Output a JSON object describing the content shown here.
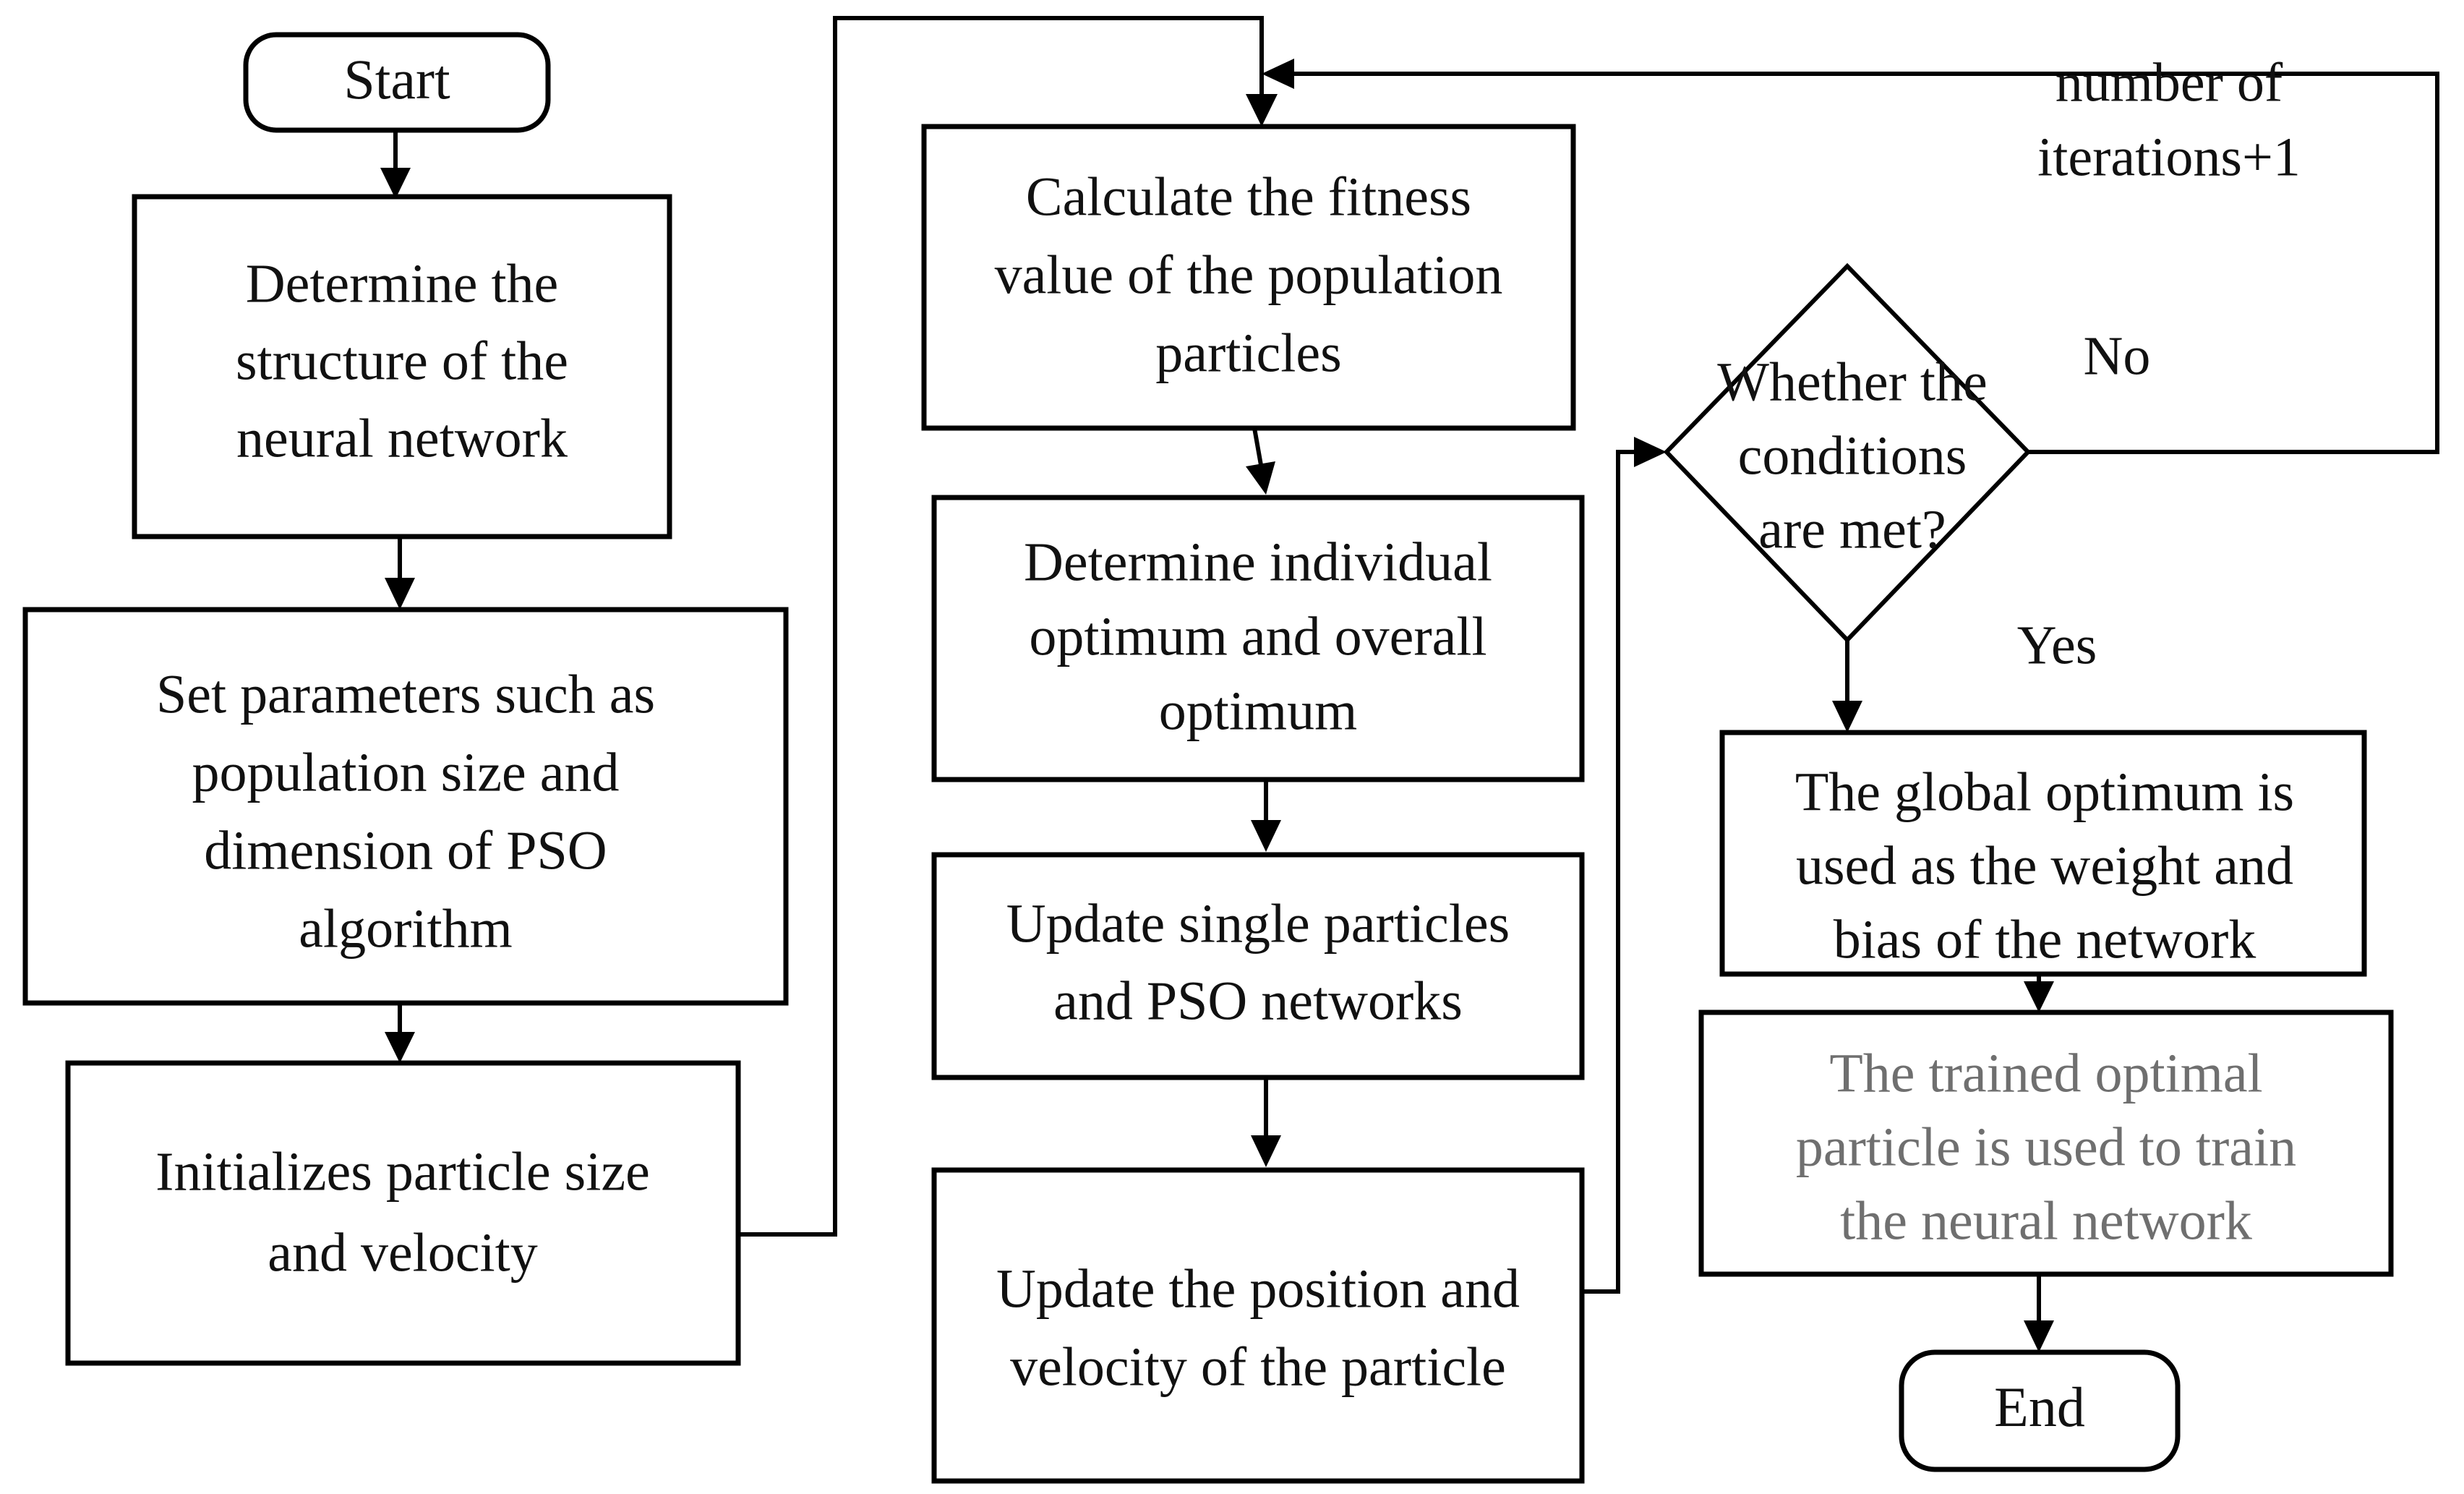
{
  "diagram": {
    "title": "PSO neural network training flowchart",
    "type": "flowchart",
    "colors": {
      "background": "#ffffff",
      "stroke": "#000000",
      "text": "#111111",
      "muted_text": "#6f6f6f"
    }
  },
  "nodes": {
    "start": {
      "label": "Start",
      "shape": "terminator",
      "text_color": "#111111"
    },
    "determine_structure": {
      "lines": [
        "Determine the",
        "structure of the",
        "neural network"
      ],
      "shape": "process",
      "text_color": "#111111"
    },
    "set_parameters": {
      "lines": [
        "Set parameters such as",
        "population size and",
        "dimension of PSO",
        "algorithm"
      ],
      "shape": "process",
      "text_color": "#111111"
    },
    "initialize_particles": {
      "lines": [
        "Initializes particle size",
        "and velocity"
      ],
      "shape": "process",
      "text_color": "#111111"
    },
    "calculate_fitness": {
      "lines": [
        "Calculate the fitness",
        "value of the population",
        "particles"
      ],
      "shape": "process",
      "text_color": "#111111"
    },
    "determine_optimum": {
      "lines": [
        "Determine individual",
        "optimum and overall",
        "optimum"
      ],
      "shape": "process",
      "text_color": "#111111"
    },
    "update_single_particles": {
      "lines": [
        "Update single particles",
        "and PSO networks"
      ],
      "shape": "process",
      "text_color": "#111111"
    },
    "update_position_velocity": {
      "lines": [
        "Update the position and",
        "velocity of the particle"
      ],
      "shape": "process",
      "text_color": "#111111"
    },
    "decision_conditions": {
      "lines": [
        "Whether the",
        "conditions",
        "are met?"
      ],
      "shape": "decision",
      "text_color": "#111111"
    },
    "global_optimum_weights": {
      "lines": [
        "The global optimum is",
        "used as the weight and",
        "bias of the network"
      ],
      "shape": "process",
      "text_color": "#111111"
    },
    "trained_optimal_particle": {
      "lines": [
        "The trained optimal",
        "particle is used to train",
        "the neural network"
      ],
      "shape": "process",
      "text_color": "#6f6f6f"
    },
    "end": {
      "label": "End",
      "shape": "terminator",
      "text_color": "#111111"
    }
  },
  "edge_labels": {
    "no": "No",
    "yes": "Yes"
  },
  "annotations": {
    "iteration_counter": [
      "number of",
      "iterations+1"
    ]
  }
}
